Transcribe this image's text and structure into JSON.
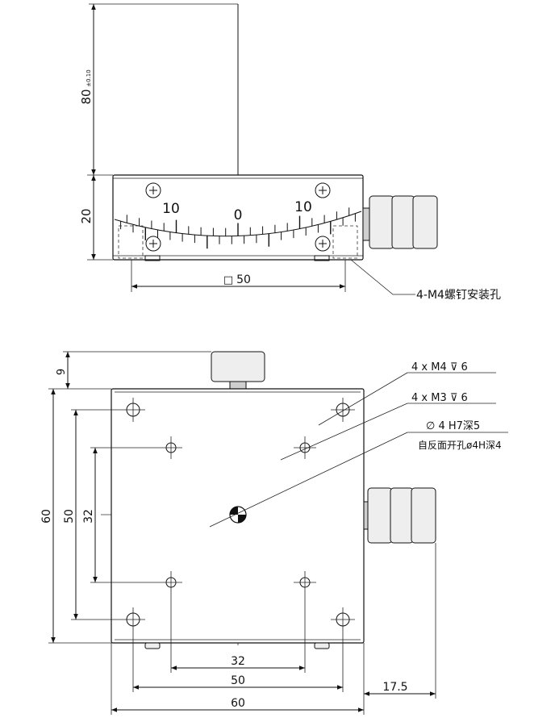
{
  "side_view": {
    "dim_height_total": "80",
    "dim_tolerance": "±0.10",
    "dim_body_height": "20",
    "dim_mount_square_symbol": "□",
    "dim_mount_square_value": "50",
    "scale_left": "10",
    "scale_zero": "0",
    "scale_right": "10",
    "callout_mount_holes": "4-M4螺钉安装孔"
  },
  "top_view": {
    "dim_knob_offset": "9",
    "dim_height_60": "60",
    "dim_height_50": "50",
    "dim_height_32": "32",
    "dim_width_32": "32",
    "dim_width_50": "50",
    "dim_width_60": "60",
    "dim_knob_length": "17.5",
    "callout_m4": "4 x  M4  ⊽ 6",
    "callout_m3": "4 x  M3  ⊽ 6",
    "callout_center_hole": "∅ 4 H7深5",
    "callout_center_hole_note": "自反面开孔ø4H深4"
  }
}
